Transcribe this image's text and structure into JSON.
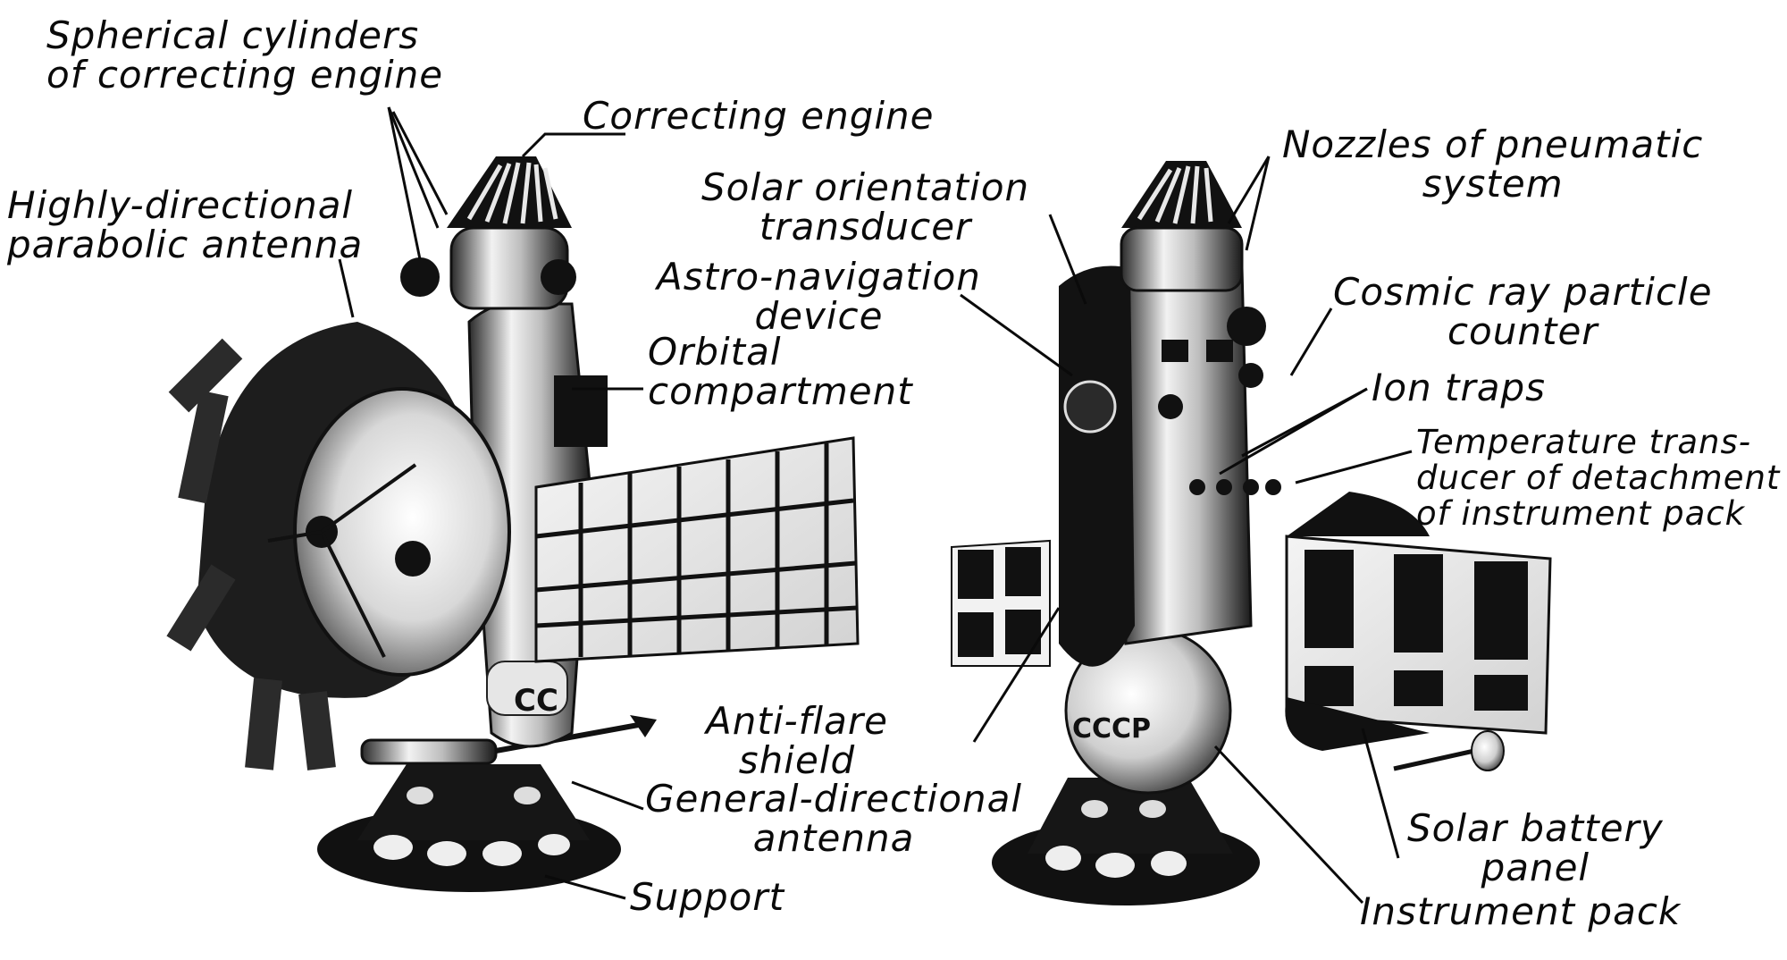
{
  "labels": {
    "spherical_cylinders": [
      "Spherical cylinders",
      "of correcting engine"
    ],
    "correcting_engine": "Correcting engine",
    "parabolic_antenna": [
      "Highly-directional",
      "parabolic antenna"
    ],
    "orbital_compartment": [
      "Orbital",
      "compartment"
    ],
    "solar_orientation": [
      "Solar orientation",
      "transducer"
    ],
    "astro_navigation": [
      "Astro-navigation",
      "device"
    ],
    "nozzles": [
      "Nozzles of pneumatic",
      "system"
    ],
    "cosmic_ray": [
      "Cosmic ray particle",
      "counter"
    ],
    "ion_traps": "Ion traps",
    "temperature_transducer": [
      "Temperature trans-",
      "ducer of detachment",
      "of instrument pack"
    ],
    "anti_flare": [
      "Anti-flare",
      "shield"
    ],
    "general_antenna": [
      "General-directional",
      "antenna"
    ],
    "support": "Support",
    "solar_battery": [
      "Solar battery",
      "panel"
    ],
    "instrument_pack": "Instrument pack"
  },
  "markings": {
    "left_craft": "CC",
    "right_craft": "CCCP"
  },
  "colors": {
    "ink": "#0a0a0a",
    "metal_light": "#e8e8e8",
    "metal_mid": "#9a9a9a",
    "background": "#ffffff"
  }
}
